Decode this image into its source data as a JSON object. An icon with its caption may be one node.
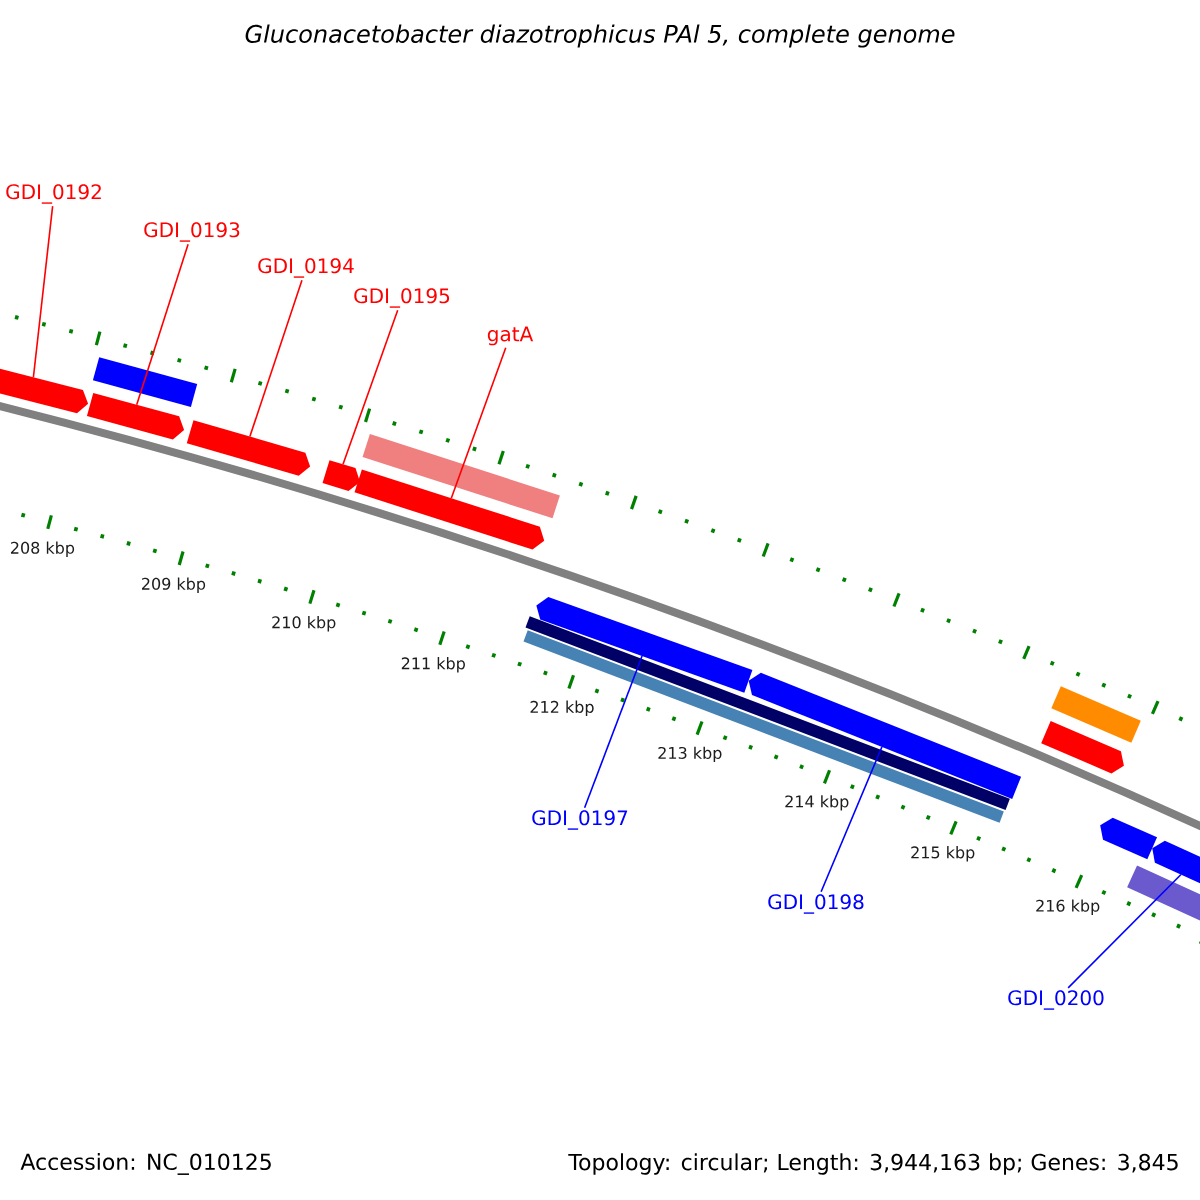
{
  "diagram": {
    "title": "Gluconacetobacter diazotrophicus PAl 5, complete genome",
    "nodes": [
      {
        "text": [
          "GDI_0192"
        ]
      },
      {
        "text": [
          "GDI_0193"
        ]
      },
      {
        "text": [
          "GDI_0194"
        ]
      },
      {
        "text": [
          "GDI_0195"
        ]
      },
      {
        "text": [
          "gatA"
        ]
      },
      {
        "text": [
          "GDI_0197"
        ]
      },
      {
        "text": [
          "GDI_0198"
        ]
      },
      {
        "text": [
          "GDI_0200"
        ]
      },
      {
        "text": [],
        "shape": "arrow"
      },
      {
        "text": [],
        "shape": "arrow"
      },
      {
        "text": [],
        "shape": "bar"
      },
      {
        "text": [],
        "shape": "arrow"
      },
      {
        "text": [],
        "shape": "arrow"
      },
      {
        "text": [],
        "shape": "arrow"
      },
      {
        "text": [],
        "shape": "bar"
      },
      {
        "text": [],
        "shape": "bar"
      },
      {
        "text": [],
        "shape": "bar"
      },
      {
        "text": [],
        "shape": "arrow"
      },
      {
        "text": [],
        "shape": "arrow"
      },
      {
        "text": [],
        "shape": "arrow"
      },
      {
        "text": [],
        "shape": "bar"
      },
      {
        "text": [],
        "shape": "arrow"
      },
      {
        "text": [],
        "shape": "bar"
      },
      {
        "text": [],
        "shape": "arrow"
      }
    ],
    "edges": [
      {
        "from": 0,
        "to": 8,
        "arrow": "none"
      },
      {
        "from": 1,
        "to": 9,
        "arrow": "none"
      },
      {
        "from": 2,
        "to": 11,
        "arrow": "none"
      },
      {
        "from": 3,
        "to": 12,
        "arrow": "none"
      },
      {
        "from": 4,
        "to": 13,
        "arrow": "none"
      },
      {
        "from": 5,
        "to": 17,
        "arrow": "none",
        "color": "#0000ff"
      },
      {
        "from": 6,
        "to": 18,
        "arrow": "none",
        "color": "#0000ff"
      },
      {
        "from": 7,
        "to": 23,
        "arrow": "none",
        "color": "#0000ff"
      }
    ],
    "labels": [
      "208 kbp",
      "209 kbp",
      "210 kbp",
      "211 kbp",
      "212 kbp",
      "213 kbp",
      "214 kbp",
      "215 kbp",
      "216 kbp",
      "Accession: NC_010125",
      "Topology: circular; Length: 3,944,163 bp; Genes: 3,845"
    ]
  }
}
